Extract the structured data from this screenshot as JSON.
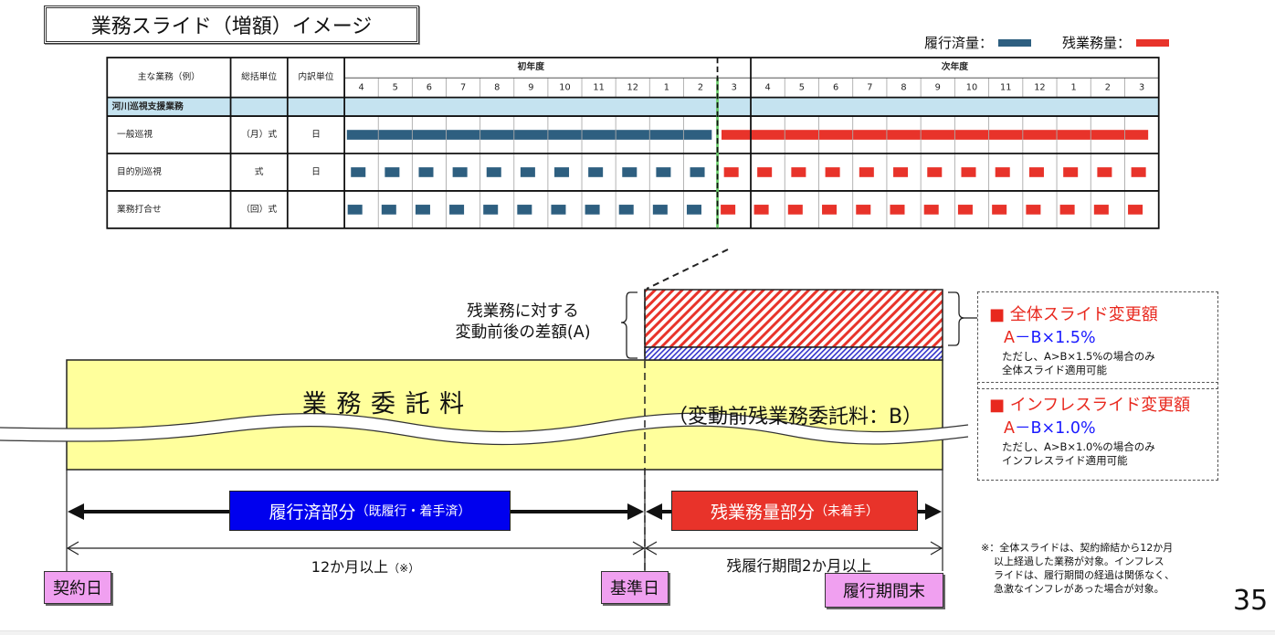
{
  "title": "業務スライド（増額）イメージ",
  "legend": {
    "done_label": "履行済量：",
    "remaining_label": "残業務量：",
    "done_color": "#2e5f80",
    "remaining_color": "#e8332a"
  },
  "table": {
    "headers": {
      "task": "主な業務（例）",
      "summary_unit": "総括単位",
      "detail_unit": "内訳単位",
      "year1": "初年度",
      "year2": "次年度"
    },
    "months_year1": [
      "4",
      "5",
      "6",
      "7",
      "8",
      "9",
      "10",
      "11",
      "12",
      "1",
      "2",
      "3"
    ],
    "months_year2": [
      "4",
      "5",
      "6",
      "7",
      "8",
      "9",
      "10",
      "11",
      "12",
      "1",
      "2",
      "3"
    ],
    "category": "河川巡視支援業務",
    "category_color": "#c5e3f0",
    "rows": [
      {
        "task": "一般巡視",
        "summary_unit": "（月）式",
        "detail_unit": "日",
        "type": "continuous"
      },
      {
        "task": "目的別巡視",
        "summary_unit": "式",
        "detail_unit": "日",
        "type": "monthly"
      },
      {
        "task": "業務打合せ",
        "summary_unit": "（回）式",
        "detail_unit": "",
        "type": "monthly"
      }
    ],
    "done_months": 11,
    "remaining_months": 13,
    "base_date_marker_color": "#66cc66"
  },
  "diagram": {
    "difference_label_line1": "残業務に対する",
    "difference_label_line2": "変動前後の差額(A)",
    "fee_label": "業 務 委 託 料",
    "remaining_fee_label": "（変動前残業務委託料：B）",
    "fee_color": "#ffff9c",
    "hatch_red_color": "#e8332a",
    "hatch_blue_color": "#3333cc",
    "done_part_label": "履行済部分",
    "done_part_sub": "（既履行・着手済）",
    "done_part_color": "#0000ee",
    "remaining_part_label": "残業務量部分",
    "remaining_part_sub": "（未着手）",
    "remaining_part_color": "#e8332a",
    "period1_label": "12か月以上",
    "period1_sub": "（※）",
    "period2_label": "残履行期間2か月以上",
    "tag_contract": "契約日",
    "tag_base": "基準日",
    "tag_end": "履行期間末",
    "tag_color": "#f0a0f0"
  },
  "side_boxes": [
    {
      "heading": "■ 全体スライド変更額",
      "formula_a": "A",
      "formula_rest": "－B×1.5%",
      "note_line1": "ただし、A>B×1.5%の場合のみ",
      "note_line2": "全体スライド適用可能"
    },
    {
      "heading": "■ インフレスライド変更額",
      "formula_a": "A",
      "formula_rest": "－B×1.0%",
      "note_line1": "ただし、A>B×1.0%の場合のみ",
      "note_line2": "インフレスライド適用可能"
    }
  ],
  "footnote": [
    "※：全体スライドは、契約締結から12か月",
    "以上経過した業務が対象。インフレス",
    "ライドは、履行期間の経過は関係なく、",
    "急激なインフレがあった場合が対象。"
  ],
  "page_number": "35"
}
